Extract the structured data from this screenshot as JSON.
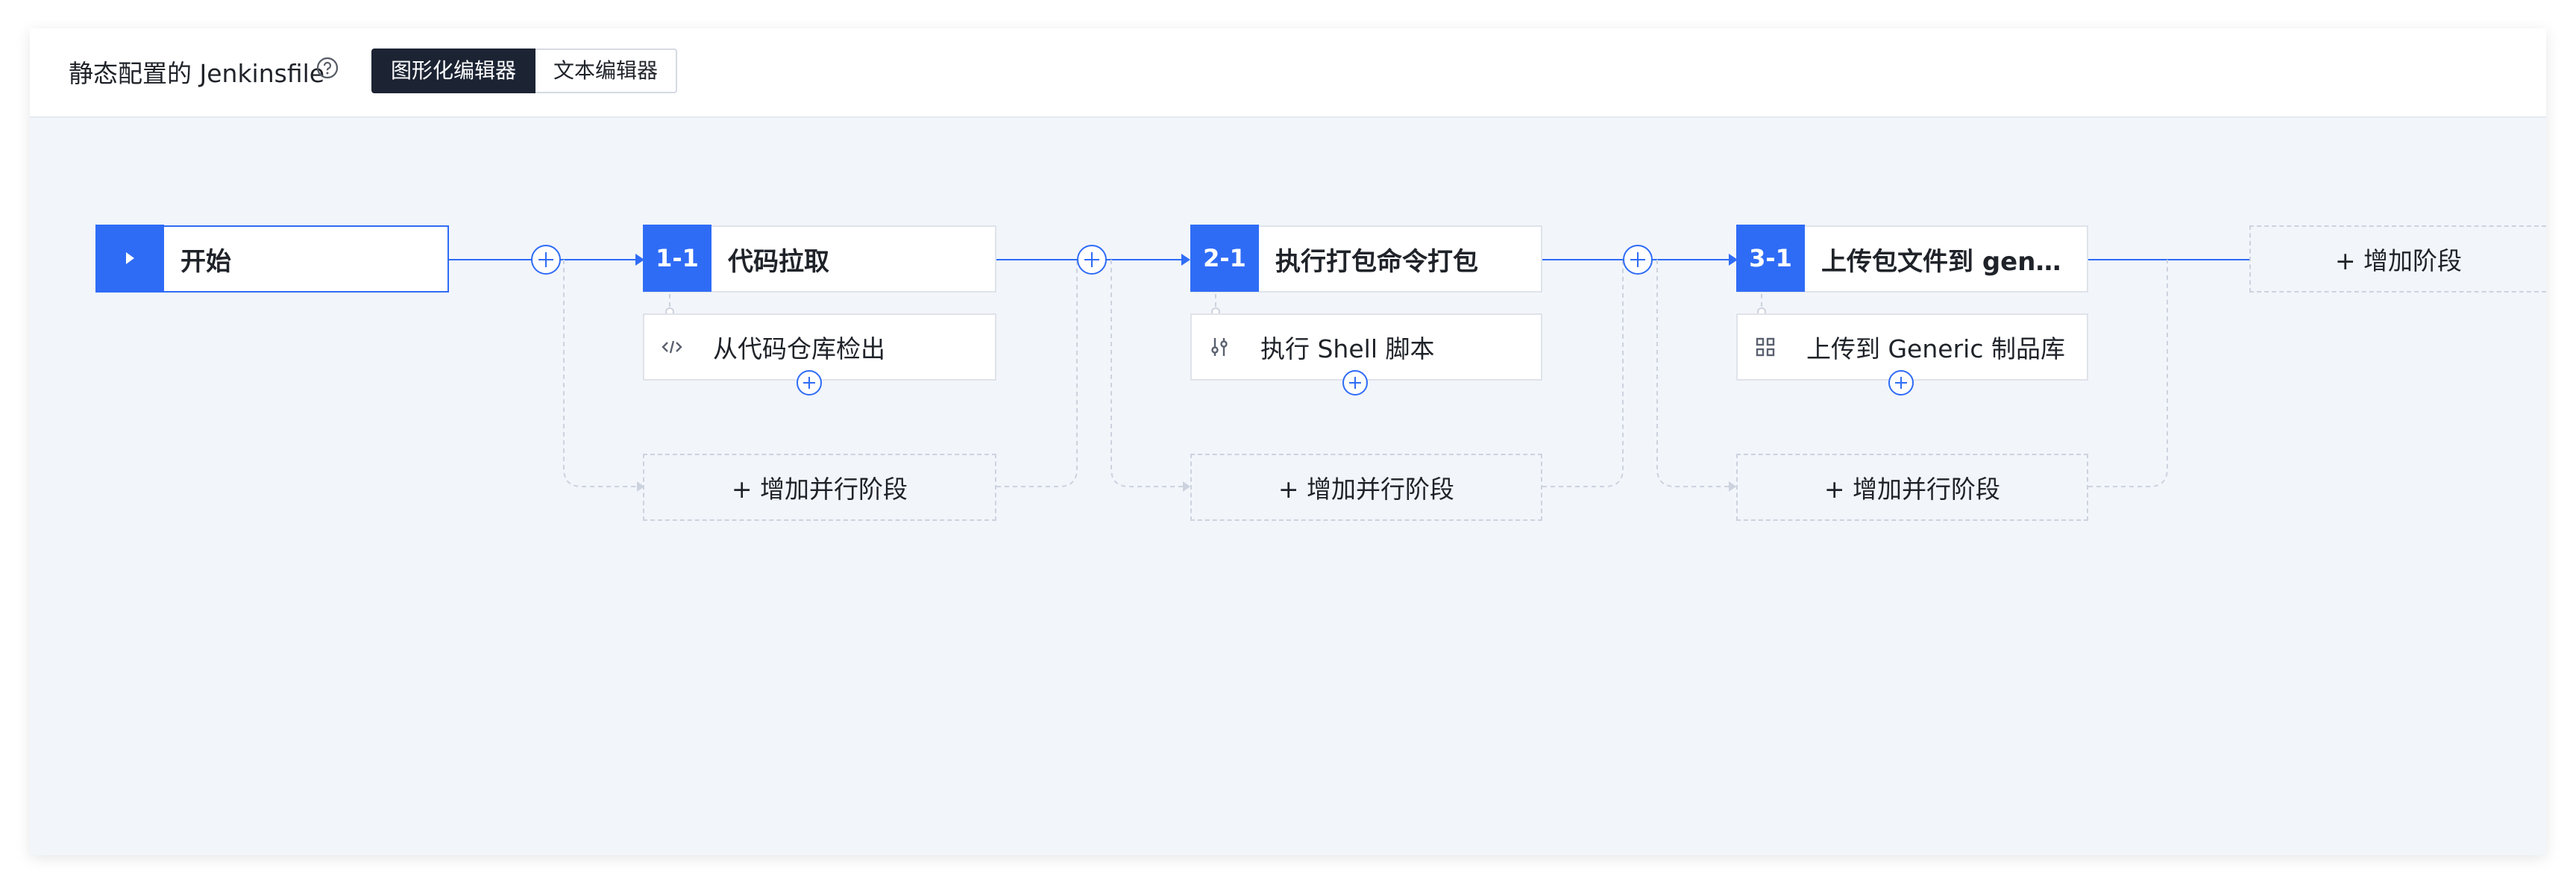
{
  "header": {
    "title": "静态配置的 Jenkinsfile",
    "tabs": [
      {
        "label": "图形化编辑器",
        "active": true
      },
      {
        "label": "文本编辑器",
        "active": false
      }
    ]
  },
  "pipeline": {
    "start": {
      "label": "开始"
    },
    "stages": [
      {
        "id": "1-1",
        "name": "代码拉取",
        "step": "从代码仓库检出",
        "step_icon": "code-icon",
        "parallel_label": "+ 增加并行阶段"
      },
      {
        "id": "2-1",
        "name": "执行打包命令打包",
        "step": "执行 Shell 脚本",
        "step_icon": "sliders-icon",
        "parallel_label": "+ 增加并行阶段"
      },
      {
        "id": "3-1",
        "name": "上传包文件到 gene...",
        "step": "上传到 Generic 制品库",
        "step_icon": "grid-icon",
        "parallel_label": "+ 增加并行阶段"
      }
    ],
    "add_stage_label": "+ 增加阶段"
  },
  "colors": {
    "accent": "#2f6cf6",
    "header_tab_active": "#1c2433",
    "canvas_bg": "#f2f5fa"
  }
}
